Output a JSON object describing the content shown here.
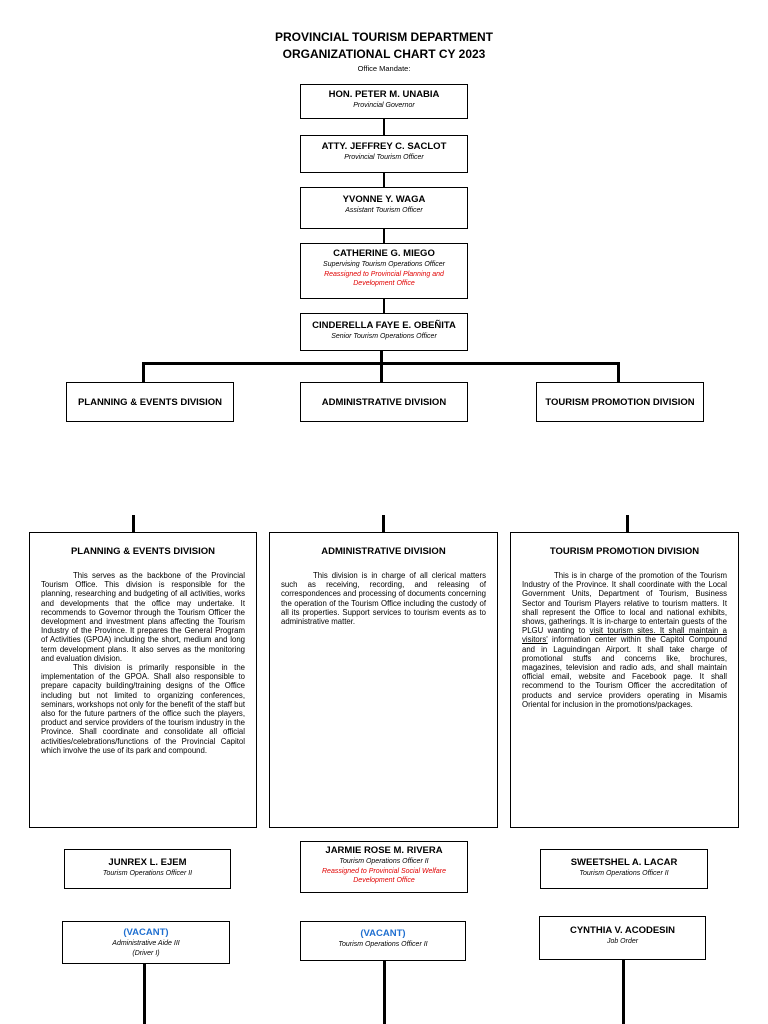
{
  "header": {
    "title_line1": "PROVINCIAL TOURISM DEPARTMENT",
    "title_line2": "ORGANIZATIONAL CHART CY 2023",
    "mandate": "Office Mandate:"
  },
  "officials": [
    {
      "name": "HON. PETER M. UNABIA",
      "position": "Provincial Governor"
    },
    {
      "name": "ATTY. JEFFREY C. SACLOT",
      "position": "Provincial Tourism Officer"
    },
    {
      "name": "YVONNE Y. WAGA",
      "position": "Assistant Tourism Officer"
    },
    {
      "name": "CATHERINE G. MIEGO",
      "position": "Supervising Tourism Operations Officer",
      "note": "Reassigned to Provincial Planning and Development Office"
    },
    {
      "name": "CINDERELLA FAYE E. OBEÑITA",
      "position": "Senior Tourism Operations Officer"
    }
  ],
  "divisions": [
    "PLANNING & EVENTS DIVISION",
    "ADMINISTRATIVE DIVISION",
    "TOURISM PROMOTION DIVISION"
  ],
  "panels": [
    {
      "title": "PLANNING & EVENTS DIVISION",
      "p1": "This serves as the backbone of the Provincial Tourism Office. This division is responsible for the planning, researching and budgeting of all activities, works and developments that the office may undertake. It recommends to Governor through the Tourism Officer the development and investment plans affecting the Tourism Industry of the Province. It prepares the General Program of Activities (GPOA) including the short, medium and long term development plans. It also serves as the monitoring and evaluation division.",
      "p2": "This division is primarily responsible in the implementation of the GPOA. Shall also responsible to prepare capacity building/training designs of the Office including but not limited to organizing conferences, seminars, workshops not only for the benefit of the staff but also for the future partners of the office such the players, product and service providers of the tourism industry in the Province. Shall coordinate and consolidate all official activities/celebrations/functions of the Provincial Capitol which involve the use of its park and compound."
    },
    {
      "title": "ADMINISTRATIVE DIVISION",
      "p1": "This division is in charge of all clerical matters such as receiving, recording, and releasing of correspondences and processing of documents concerning the operation of the Tourism Office including the custody of all its properties. Support services to tourism events as to administrative matter."
    },
    {
      "title": "TOURISM PROMOTION DIVISION",
      "p1a": "This is in charge of the promotion of the Tourism Industry of the Province. It shall coordinate with the Local Government Units, Department of Tourism, Business Sector and Tourism Players relative to tourism matters. It shall represent the Office to local and national exhibits, shows, gatherings. It is in-charge to entertain guests of the PLGU wanting to ",
      "p1u": "visit tourism sites. It shall maintain a visitors'",
      "p1b": " information center within the Capitol Compound and in Laguindingan Airport. It shall take charge of promotional stuffs and concerns like, brochures, magazines, television and radio ads, and shall maintain official email, website and Facebook page. It shall recommend to the Tourism Officer the accreditation of products and service providers operating in Misamis Oriental for inclusion in the promotions/packages."
    }
  ],
  "staff": {
    "left": [
      {
        "name": "JUNREX L. EJEM",
        "position": "Tourism Operations Officer II"
      },
      {
        "name": "(VACANT)",
        "position": "Administrative Aide III",
        "position2": "(Driver I)"
      }
    ],
    "middle": [
      {
        "name": "JARMIE ROSE M. RIVERA",
        "position": "Tourism Operations Officer II",
        "note": "Reassigned to Provincial Social Welfare Development Office"
      },
      {
        "name": "(VACANT)",
        "position": "Tourism Operations Officer II"
      }
    ],
    "right": [
      {
        "name": "SWEETSHEL A. LACAR",
        "position": "Tourism Operations Officer II"
      },
      {
        "name": "CYNTHIA V. ACODESIN",
        "position": "Job Order"
      }
    ]
  }
}
